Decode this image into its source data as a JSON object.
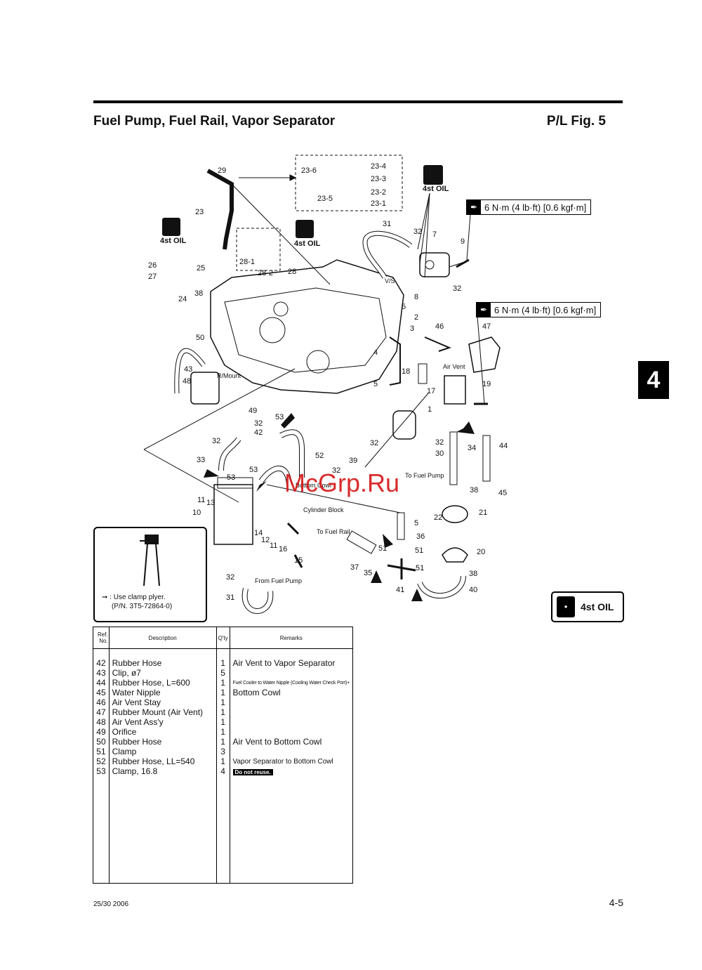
{
  "header": {
    "title": "Fuel Pump, Fuel Rail, Vapor Separator",
    "figure_ref": "P/L Fig. 5"
  },
  "chapter_tab": "4",
  "torque_specs": [
    {
      "label": "6 N·m (4 lb·ft) [0.6 kgf·m]"
    },
    {
      "label": "6 N·m (4 lb·ft) [0.6 kgf·m]"
    }
  ],
  "oil_badges": {
    "small_label": "4st OIL",
    "legend_label": "4st OIL"
  },
  "diagram": {
    "part_numbers": [
      "29",
      "23-6",
      "23-4",
      "23-3",
      "23-2",
      "23-1",
      "23-5",
      "23",
      "31",
      "32",
      "7",
      "9",
      "28-1",
      "28-2",
      "28",
      "26",
      "25",
      "27",
      "24",
      "38",
      "8",
      "32",
      "5",
      "2",
      "3",
      "46",
      "47",
      "50",
      "43",
      "48",
      "4",
      "18",
      "5",
      "17",
      "19",
      "1",
      "53",
      "32",
      "49",
      "32",
      "42",
      "52",
      "33",
      "53",
      "39",
      "32",
      "30",
      "34",
      "44",
      "53",
      "32",
      "32",
      "38",
      "45",
      "11",
      "13",
      "10",
      "22",
      "21",
      "5",
      "14",
      "12",
      "11",
      "16",
      "15",
      "36",
      "51",
      "51",
      "20",
      "37",
      "35",
      "41",
      "51",
      "38",
      "40",
      "32",
      "31"
    ],
    "notes": {
      "vs": "V/S",
      "r_mount": "R/Mount",
      "air_vent": "Air Vent",
      "to_fuel_pump": "To Fuel Pump",
      "bottom_cowl": "Bottom Cowl",
      "cylinder_block": "Cylinder Block",
      "to_fuel_rail": "To Fuel Rail",
      "from_fuel_pump": "From Fuel Pump"
    }
  },
  "clamp_legend": {
    "line1": ": Use clamp plyer.",
    "line2": "(P/N. 3T5-72864-0)"
  },
  "parts_table": {
    "headers": {
      "ref": "Ref. No.",
      "description": "Description",
      "qty": "Q'ty",
      "remarks": "Remarks"
    },
    "rows": [
      {
        "ref": "42",
        "description": "Rubber Hose",
        "qty": "1",
        "remarks": "Air Vent to Vapor Separator"
      },
      {
        "ref": "43",
        "description": "Clip, ø7",
        "qty": "5",
        "remarks": ""
      },
      {
        "ref": "44",
        "description": "Rubber Hose, L=600",
        "qty": "1",
        "remarks": "Fuel Cooler to Water Nipple (Cooling Water Check Port)+"
      },
      {
        "ref": "45",
        "description": "Water Nipple",
        "qty": "1",
        "remarks": "Bottom Cowl"
      },
      {
        "ref": "46",
        "description": "Air Vent Stay",
        "qty": "1",
        "remarks": ""
      },
      {
        "ref": "47",
        "description": "Rubber Mount (Air Vent)",
        "qty": "1",
        "remarks": ""
      },
      {
        "ref": "48",
        "description": "Air Vent Ass'y",
        "qty": "1",
        "remarks": ""
      },
      {
        "ref": "49",
        "description": "Orifice",
        "qty": "1",
        "remarks": ""
      },
      {
        "ref": "50",
        "description": "Rubber Hose",
        "qty": "1",
        "remarks": "Air Vent to Bottom Cowl"
      },
      {
        "ref": "51",
        "description": "Clamp",
        "qty": "3",
        "remarks": ""
      },
      {
        "ref": "52",
        "description": "Rubber Hose, LL=540",
        "qty": "1",
        "remarks": "Vapor Separator to Bottom Cowl"
      },
      {
        "ref": "53",
        "description": "Clamp, 16.8",
        "qty": "4",
        "remarks": "Do not reuse."
      }
    ]
  },
  "footer": {
    "left": "25/30  2006",
    "right": "4-5"
  },
  "watermark": "McGrp.Ru"
}
